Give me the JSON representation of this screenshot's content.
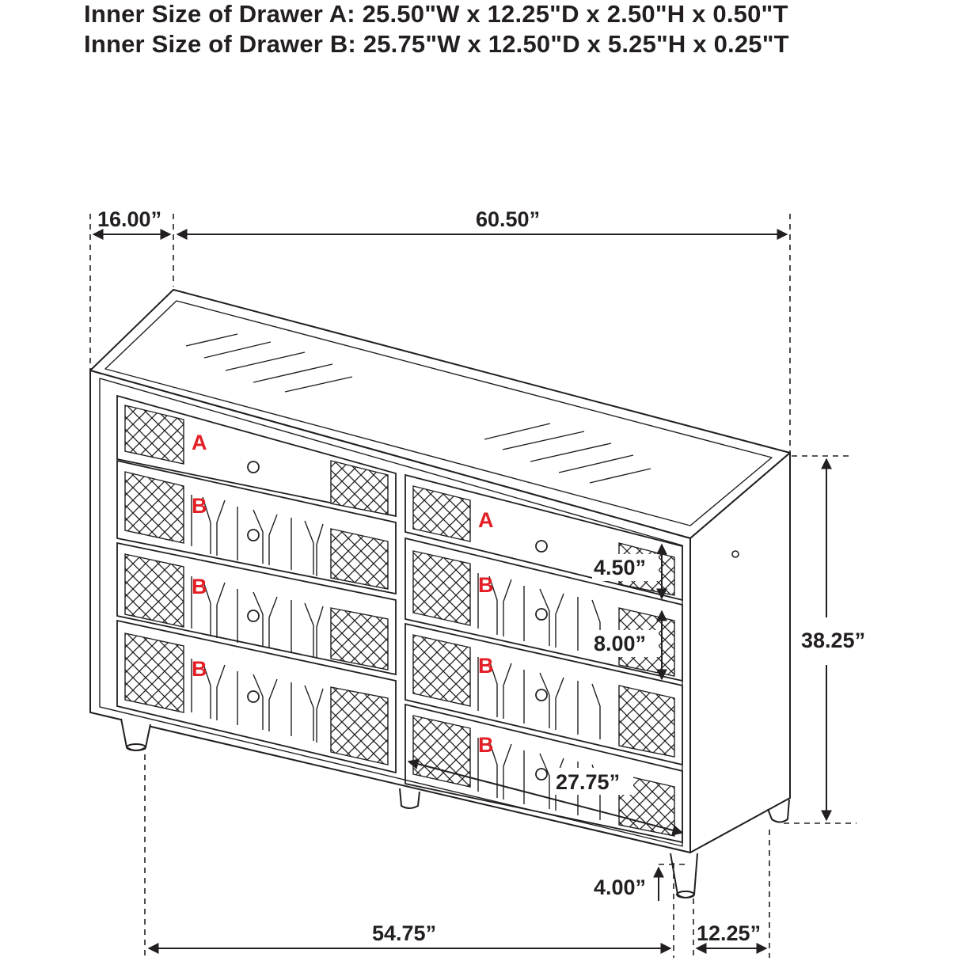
{
  "specs": {
    "drawer_a": "Inner Size of Drawer A: 25.50\"W x 12.25\"D x 2.50\"H x 0.50\"T",
    "drawer_b": "Inner Size of Drawer B: 25.75\"W x 12.50\"D x 5.25\"H x 0.25\"T"
  },
  "dimensions": {
    "depth_top": "16.00”",
    "width_total": "60.50”",
    "height_total": "38.25”",
    "drawer_a_height": "4.50”",
    "drawer_b_height": "8.00”",
    "drawer_width": "27.75”",
    "leg_height": "4.00”",
    "base_width": "54.75”",
    "base_depth": "12.25”"
  },
  "drawer_labels": {
    "a": "A",
    "b": "B"
  },
  "colors": {
    "line": "#231f20",
    "label": "#e31e24",
    "background": "#ffffff"
  }
}
